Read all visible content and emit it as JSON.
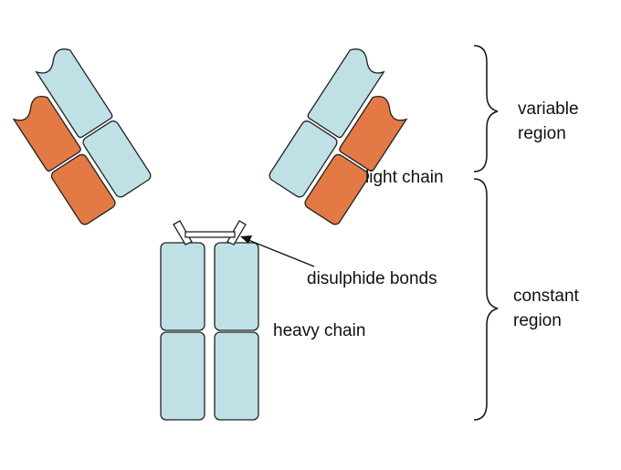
{
  "colors": {
    "light_blue": "#bfe1e6",
    "orange": "#e37a45",
    "outline": "#222222"
  },
  "labels": {
    "variable_region": [
      "variable",
      "region"
    ],
    "constant_region": [
      "constant",
      "region"
    ],
    "light_chain": "light chain",
    "disulphide_bonds": "disulphide bonds",
    "heavy_chain": "heavy chain"
  }
}
